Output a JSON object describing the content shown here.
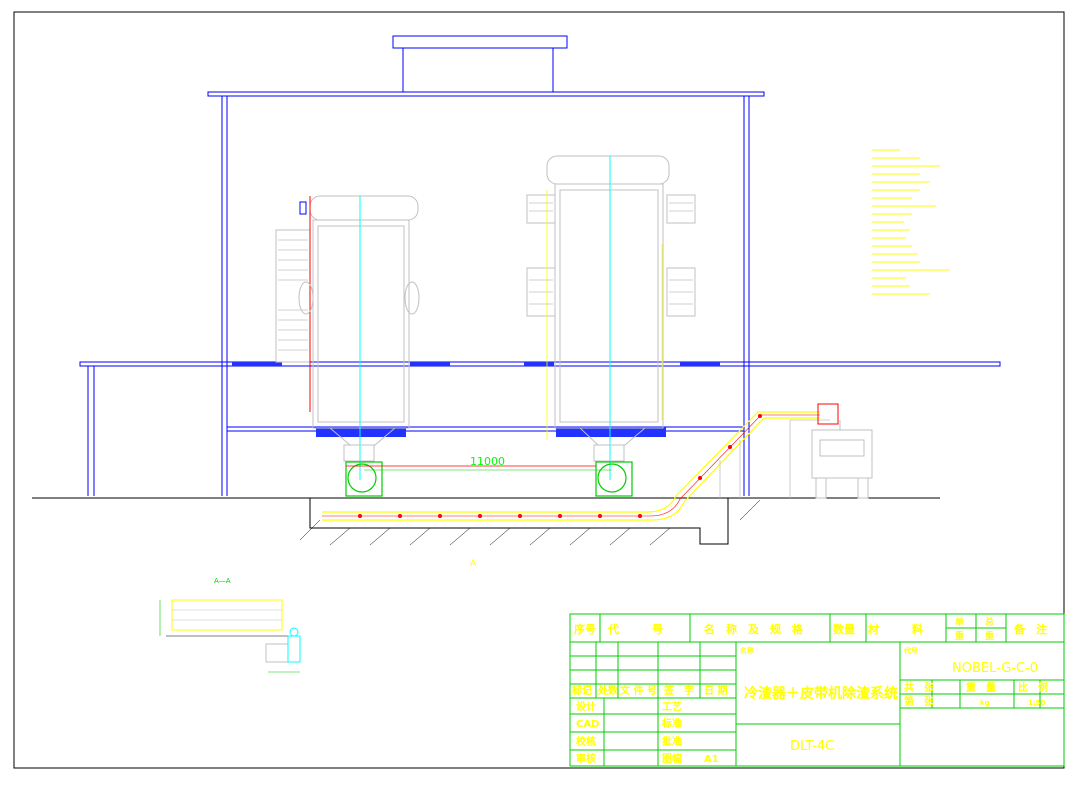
{
  "drawing": {
    "dimension_label": "11000",
    "section_label": "A—A",
    "section_marker": "A",
    "notes": [
      "",
      "",
      "",
      "",
      "",
      "",
      "",
      "",
      "",
      "",
      "",
      "",
      "",
      "",
      "",
      "",
      "",
      "",
      "",
      "",
      "",
      "",
      ""
    ]
  },
  "title_block": {
    "parts_header": {
      "seq": "序号",
      "code": "代　　　号",
      "name": "名　称　及　规　格",
      "qty": "数量",
      "material": "材　　　料",
      "unit_weight_1": "单",
      "unit_weight_2": "重",
      "total_weight_1": "总",
      "total_weight_2": "重",
      "remark": "备　注"
    },
    "rev_header": {
      "mark": "标记",
      "count": "处数",
      "doc_no": "文 件 号",
      "sign": "签　字",
      "date": "日 期"
    },
    "roles": {
      "design": "设计",
      "cad": "CAD",
      "check": "校核",
      "review": "审核",
      "process": "工艺",
      "standard": "标准",
      "approve": "批准",
      "sheet_size": "图幅",
      "sheet_size_value": "A1"
    },
    "name_label": "名称",
    "title": "冷渣器＋皮带机除渣系统",
    "drawing_code_label": "代号",
    "drawing_code": "NOBEL-G-C-0",
    "stats_header": {
      "sheets": "共　张",
      "weight": "重　量",
      "scale": "比　例"
    },
    "stats_row": {
      "sheet_no": "第　张",
      "weight_unit": "kg",
      "scale": "1:50"
    },
    "model": "DLT-4C"
  },
  "colors": {
    "building": "#0000ff",
    "leader": "#00ffff",
    "equipment_outline": "#c0c0c0",
    "conveyor": "#ffff00",
    "accent": "#ff0000",
    "frame": "#000000",
    "title_block_lines": "#00cc00",
    "title_block_text": "#ffff00"
  }
}
